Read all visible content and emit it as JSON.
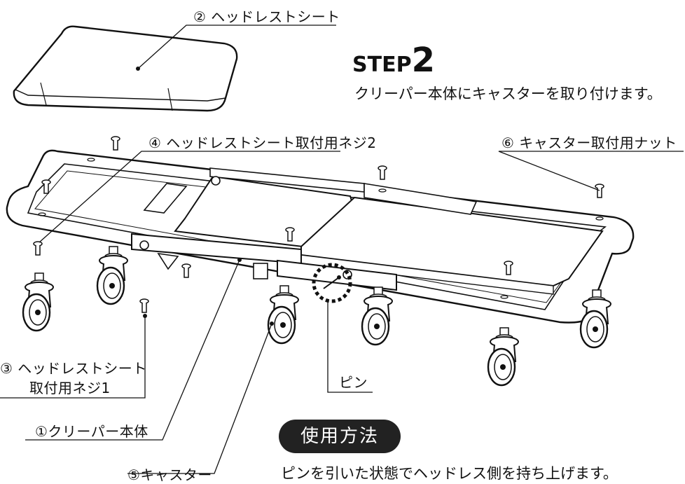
{
  "labels": {
    "headrest_seat": "② ヘッドレストシート",
    "screw2": "④ ヘッドレストシート取付用ネジ2",
    "caster_nut": "⑥ キャスター取付用ナット",
    "screw1_line1": "③ ヘッドレストシート",
    "screw1_line2": "取付用ネジ1",
    "pin": "ピン",
    "creeper_body": "①クリーパー本体",
    "caster": "⑤キャスター"
  },
  "step": {
    "word": "STEP",
    "number": "2",
    "description": "クリーパー本体にキャスターを取り付けます。"
  },
  "usage": {
    "heading": "使用方法",
    "text": "ピンを引いた状態でヘッドレス側を持ち上げます。"
  },
  "colors": {
    "ink": "#111111",
    "pill_bg": "#222222",
    "background": "#ffffff"
  }
}
